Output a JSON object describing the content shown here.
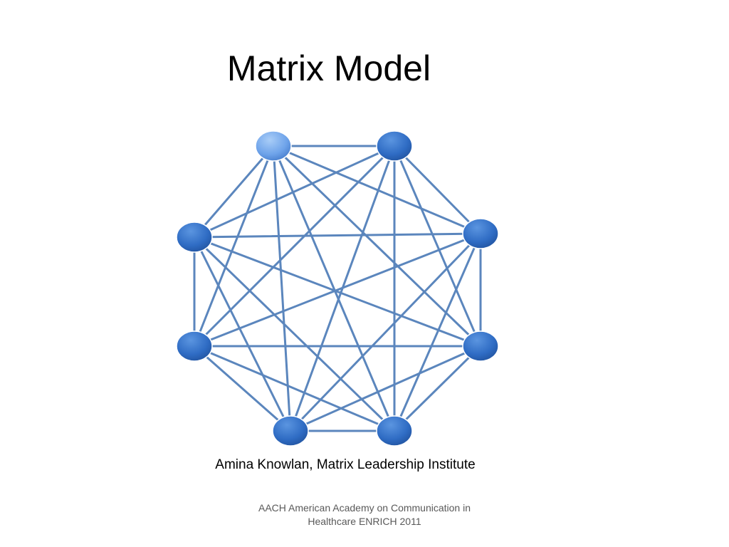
{
  "slide": {
    "title": "Matrix Model",
    "subtitle": "Amina Knowlan, Matrix Leadership Institute",
    "footer": "AACH American Academy on Communication in Healthcare ENRICH 2011"
  },
  "network": {
    "node_count": 8,
    "edge_color": "#5b86bd",
    "node_color": "#2f6cc4",
    "highlight_node_color": "#7aaef0",
    "highlighted_node": 0
  }
}
